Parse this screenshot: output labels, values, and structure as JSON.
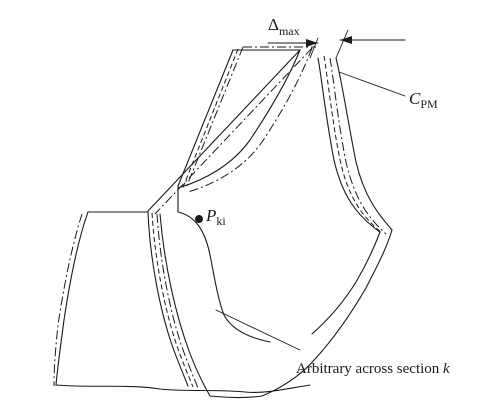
{
  "labels": {
    "delta": {
      "main": "Δ",
      "sub": "max"
    },
    "profile": {
      "main": "C",
      "sub": "PM"
    },
    "point": {
      "main": "P",
      "sub": "ki"
    },
    "section": {
      "text": "Arbitrary across section ",
      "var": "k"
    }
  }
}
